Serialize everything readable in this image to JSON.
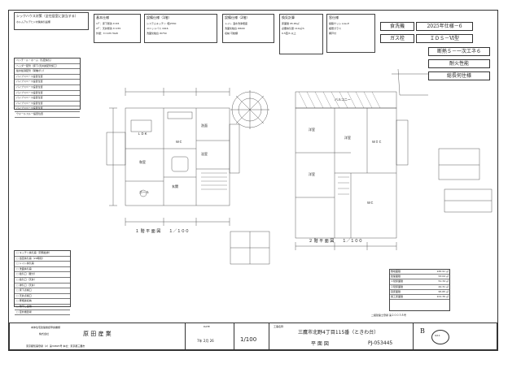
{
  "header": {
    "checklist_title": "シックハウス対策（全住居室に該当する）",
    "checklist_sub": "ホルムアルデヒド対策換気設備",
    "spec_tags": [
      "食洗機",
      "2025年仕様－6",
      "ガス栓",
      "ＩＤＳ－Ⅵ型",
      "断熱５－一次エネ６",
      "耐火性能",
      "総長何住様"
    ]
  },
  "notes": {
    "items": [
      "ベンチ・ル・ホーム（気密換気）",
      "ヘッダー配管（床下/天井裏配管施工）",
      "給水給湯配管（架橋ポリ）",
      "パイプスペース設置位置",
      "パイプスペース設置位置",
      "パイプスペース設置位置",
      "パイプスペース設置位置",
      "パイプスペース設置位置",
      "パイプスペース設置位置",
      "パイプスペース設置位置",
      "ウォールスルー設置位置"
    ],
    "lower_items": [
      "□ キッチン換気扇（同時給排）",
      "□ 浴室換気扇（24時間）",
      "□ トイレ換気扇",
      "□ 洗面換気扇",
      "□ 給気口（壁付）",
      "□ 給気口（天井）",
      "□ 排気口（天井）",
      "□ 床下点検口",
      "□ 天井点検口",
      "□ 屋根裏収納",
      "□ 物干し金物",
      "□ 室外機置場"
    ]
  },
  "spec_boxes": [
    {
      "title": "基本仕様",
      "lines": [
        "1Ｆ：床下断熱 t=65",
        "2Ｆ：天井断熱 t=155",
        "外壁：t=105 HGW"
      ]
    },
    {
      "title": "設備仕様（1階）",
      "lines": [
        "システムキッチン I型2550",
        "ユニットバス 1616",
        "洗面化粧台 W750"
      ]
    },
    {
      "title": "設備仕様（2階）",
      "lines": [
        "トイレ 温水洗浄便座",
        "洗面化粧台 W600",
        "収納 可動棚"
      ]
    },
    {
      "title": "換気計算",
      "lines": [
        "床面積 95.65㎡",
        "必要換気量 119㎥/h",
        "0.5回/h 以上"
      ]
    },
    {
      "title": "窓仕様",
      "lines": [
        "樹脂サッシ Low-E",
        "複層ガラス",
        "網戸付"
      ]
    }
  ],
  "drawings": {
    "floor1_caption": "１ 階 平 面 図　　１／１００",
    "floor2_caption": "２ 階 平 面 図　　１／１００",
    "room_labels": [
      "ＬＤＫ",
      "和室",
      "洗面",
      "浴室",
      "玄関",
      "ＷＣ",
      "ホール",
      "洋室",
      "洋室",
      "洋室",
      "ＷＩＣ",
      "ＷＣ",
      "バルコニー"
    ]
  },
  "area_table": {
    "rows": [
      {
        "label": "敷地面積",
        "value": "165.91 ㎡"
      },
      {
        "label": "建築面積",
        "value": "53.04 ㎡"
      },
      {
        "label": "１階床面積",
        "value": "51.34 ㎡"
      },
      {
        "label": "２階床面積",
        "value": "44.31 ㎡"
      },
      {
        "label": "延床面積",
        "value": "95.65 ㎡"
      },
      {
        "label": "施工床面積",
        "value": "101.39 ㎡"
      }
    ]
  },
  "title_block": {
    "company_lines": [
      "本体住宅建築確認申請書類",
      "株式会社"
    ],
    "company_name": "原 田 産 業",
    "date_label": "DATE",
    "date_value": "7年 2月 26",
    "scale": "1/100",
    "project_label": "工事名称",
    "address": "三鷹市北野4丁目115番（ときわ台）",
    "drawing_title": "平 面 図",
    "project_no": "PJ-053445",
    "sheet_letter": "B",
    "sheet_count": "9/11",
    "footer_note": "二級建築士登録 第２００３８号",
    "bottom_line": "東京都知事登録（2）第39825号 本社：東京都三鷹市"
  }
}
